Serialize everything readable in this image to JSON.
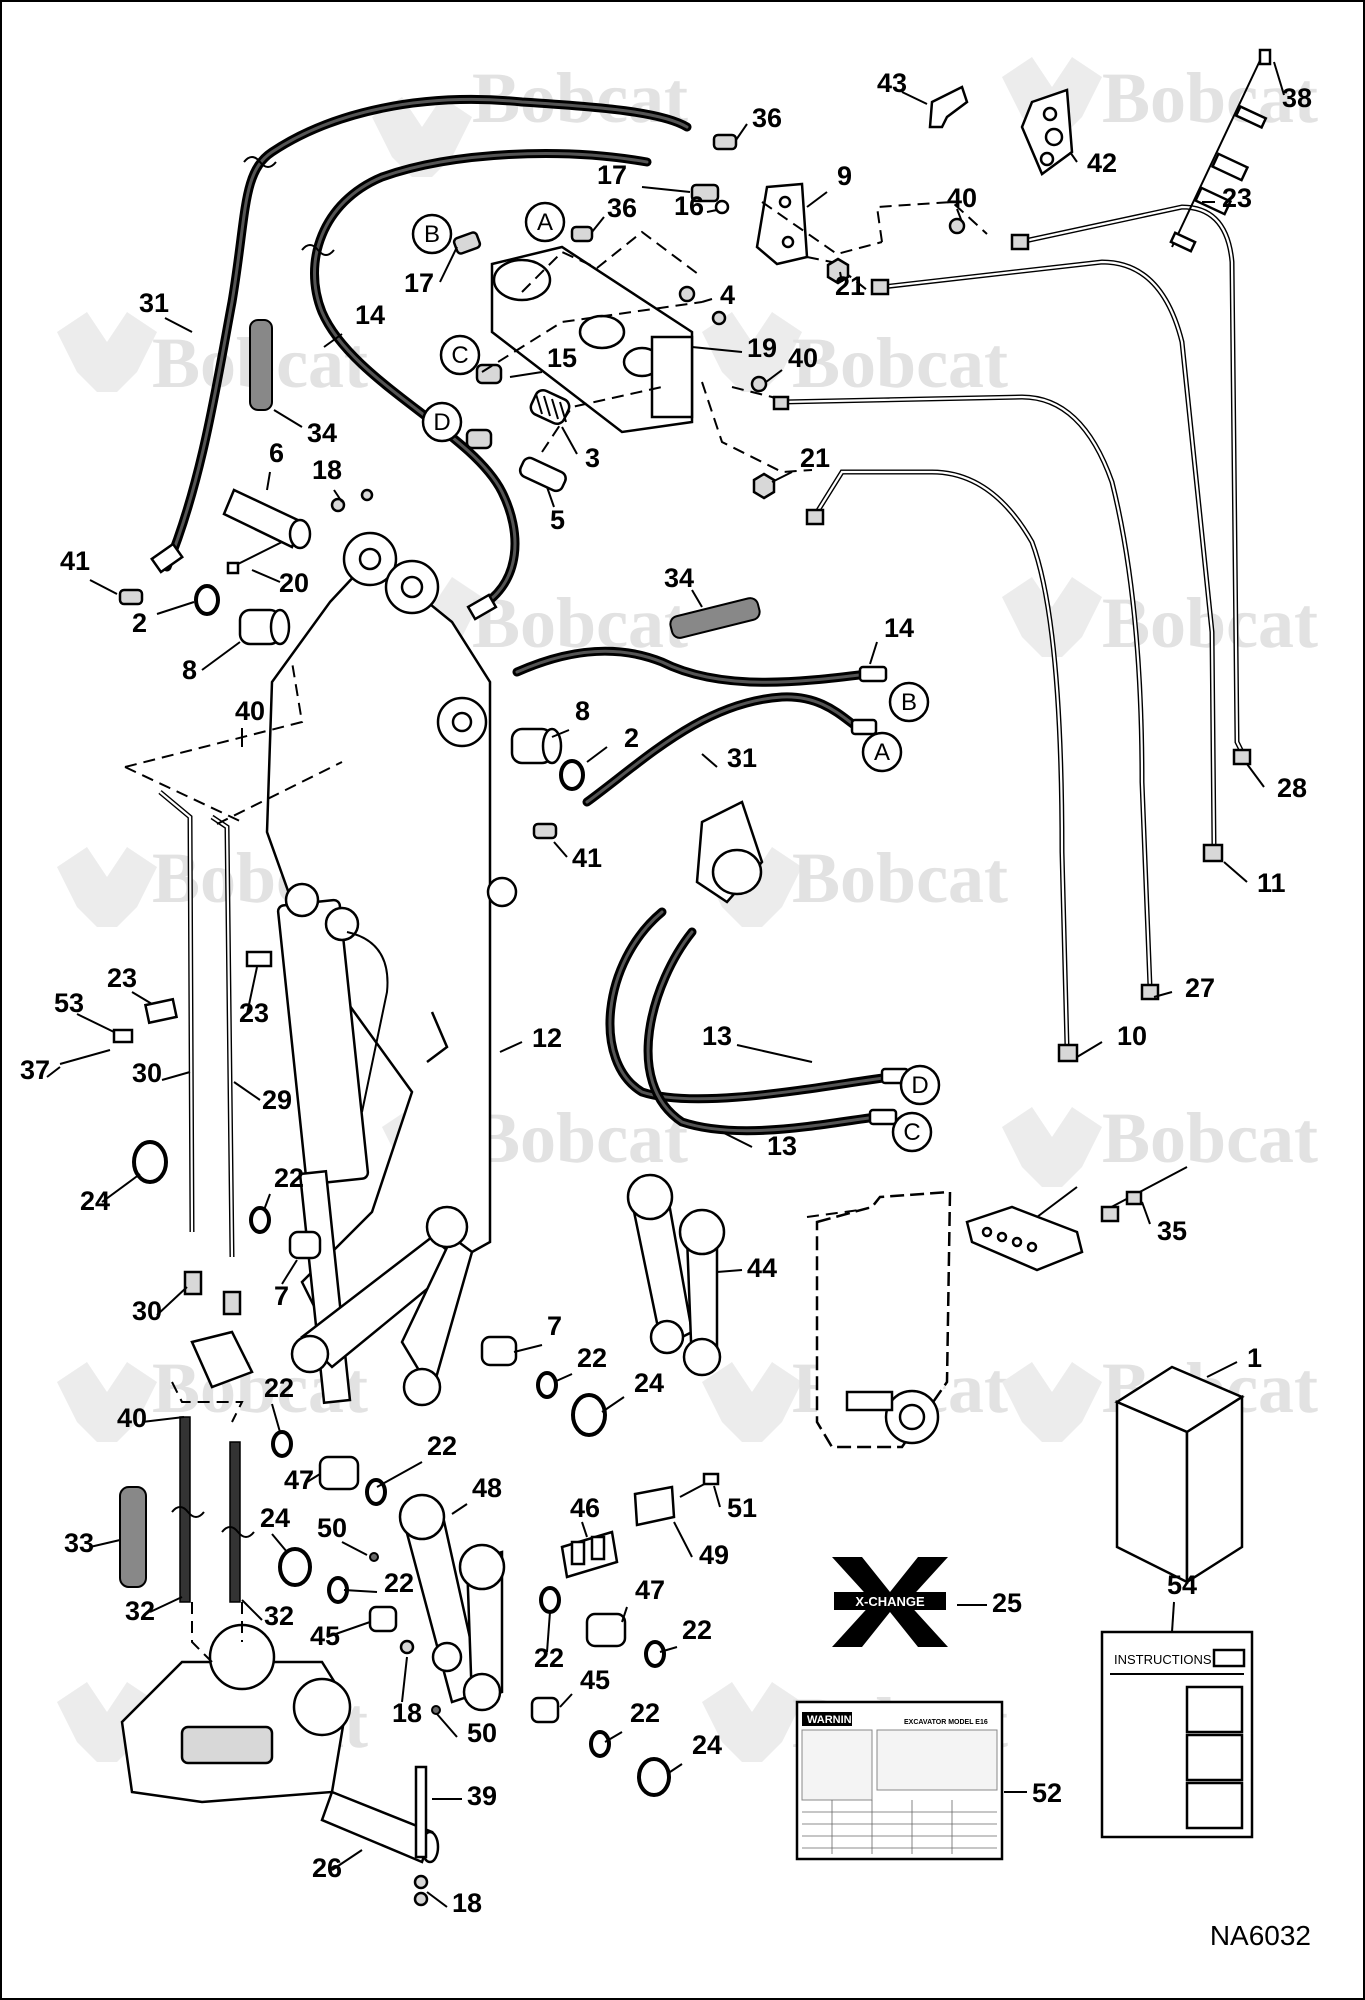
{
  "watermark": "Bobcat",
  "drawing_code": "NA6032",
  "callouts": [
    "1",
    "2",
    "3",
    "4",
    "5",
    "6",
    "7",
    "8",
    "9",
    "10",
    "11",
    "12",
    "13",
    "14",
    "15",
    "16",
    "17",
    "18",
    "19",
    "20",
    "21",
    "22",
    "23",
    "24",
    "25",
    "26",
    "27",
    "28",
    "29",
    "30",
    "31",
    "32",
    "33",
    "34",
    "35",
    "36",
    "37",
    "38",
    "39",
    "40",
    "41",
    "42",
    "43",
    "44",
    "45",
    "46",
    "47",
    "48",
    "49",
    "50",
    "51",
    "52",
    "53",
    "54"
  ],
  "connection_tags": [
    "A",
    "B",
    "C",
    "D"
  ],
  "decals": {
    "xchange_label": "X-CHANGE",
    "warning_label": "WARNING",
    "warning_model": "EXCAVATOR MODEL E16",
    "instructions_label": "INSTRUCTIONS"
  }
}
